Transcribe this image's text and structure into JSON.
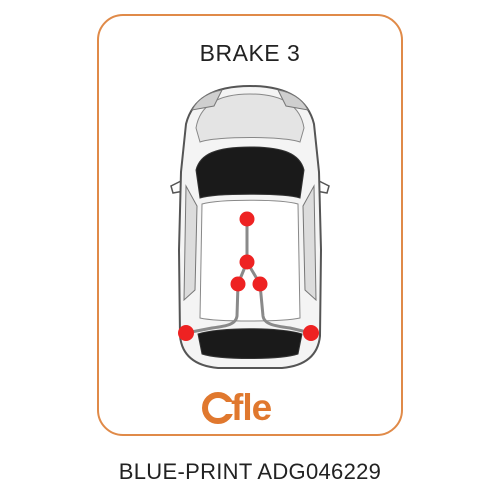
{
  "diagram": {
    "title": "BRAKE 3",
    "logo_text": "fle",
    "caption": "BLUE-PRINT ADG046229",
    "accent_color": "#e0782e",
    "cable_point_color": "#ee2222",
    "cable_color": "#8a8a8a",
    "icons": [
      "car-top-view-icon",
      "cofle-logo-icon"
    ]
  }
}
